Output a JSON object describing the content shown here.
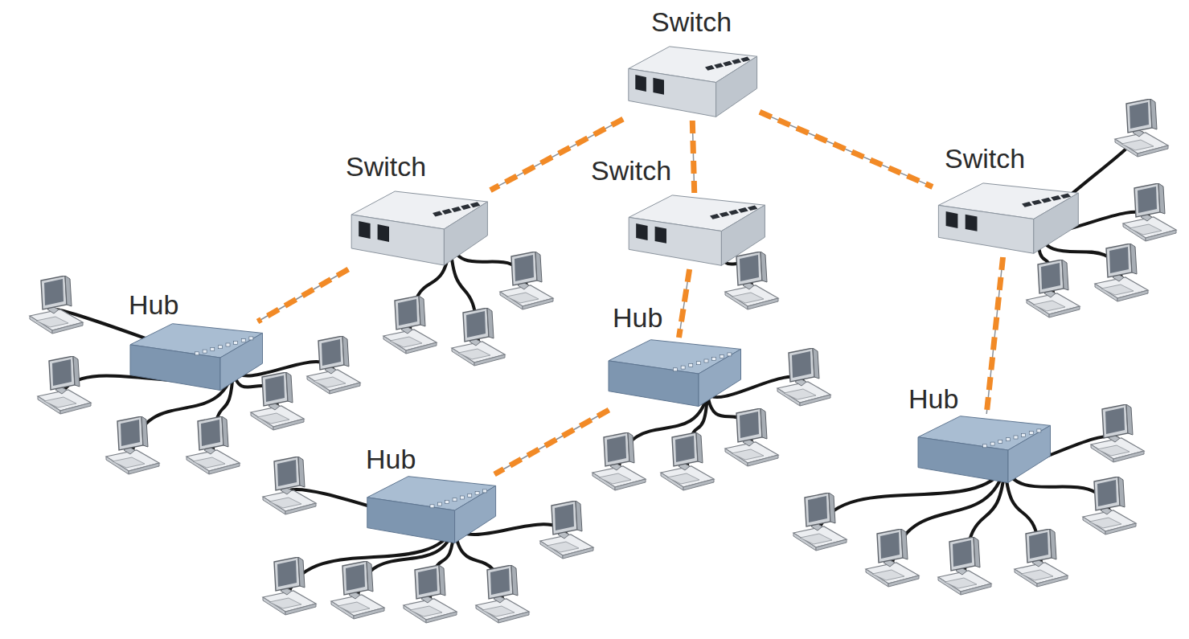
{
  "diagram": {
    "nodes": [
      {
        "text": [
          "Switch"
        ]
      },
      {
        "text": [
          "Switch"
        ]
      },
      {
        "text": [
          "Switch"
        ]
      },
      {
        "text": [
          "Switch"
        ]
      },
      {
        "text": [
          "Hub"
        ]
      },
      {
        "text": [
          "Hub"
        ]
      },
      {
        "text": [
          "Hub"
        ]
      },
      {
        "text": [
          "Hub"
        ]
      }
    ],
    "edges": [
      {
        "from": 0,
        "to": 1,
        "arrow": "none"
      },
      {
        "from": 0,
        "to": 2,
        "arrow": "none"
      },
      {
        "from": 0,
        "to": 3,
        "arrow": "none"
      },
      {
        "from": 1,
        "to": 4,
        "arrow": "none"
      },
      {
        "from": 2,
        "to": 5,
        "arrow": "none"
      },
      {
        "from": 3,
        "to": 6,
        "arrow": "none"
      },
      {
        "from": 5,
        "to": 7,
        "arrow": "none"
      }
    ]
  }
}
